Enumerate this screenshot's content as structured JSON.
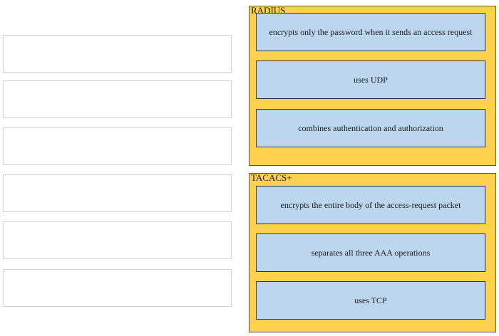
{
  "groups": [
    {
      "title": "RADIUS",
      "tiles": [
        "encrypts only the password when it sends an access request",
        "uses UDP",
        "combines authentication and authorization"
      ]
    },
    {
      "title": "TACACS+",
      "tiles": [
        "encrypts the entire body of the access-request packet",
        "separates all three AAA operations",
        "uses TCP"
      ]
    }
  ],
  "colors": {
    "group_background": "#ffd24d",
    "tile_background": "#bcd6ee",
    "slot_background": "#ffffff"
  }
}
